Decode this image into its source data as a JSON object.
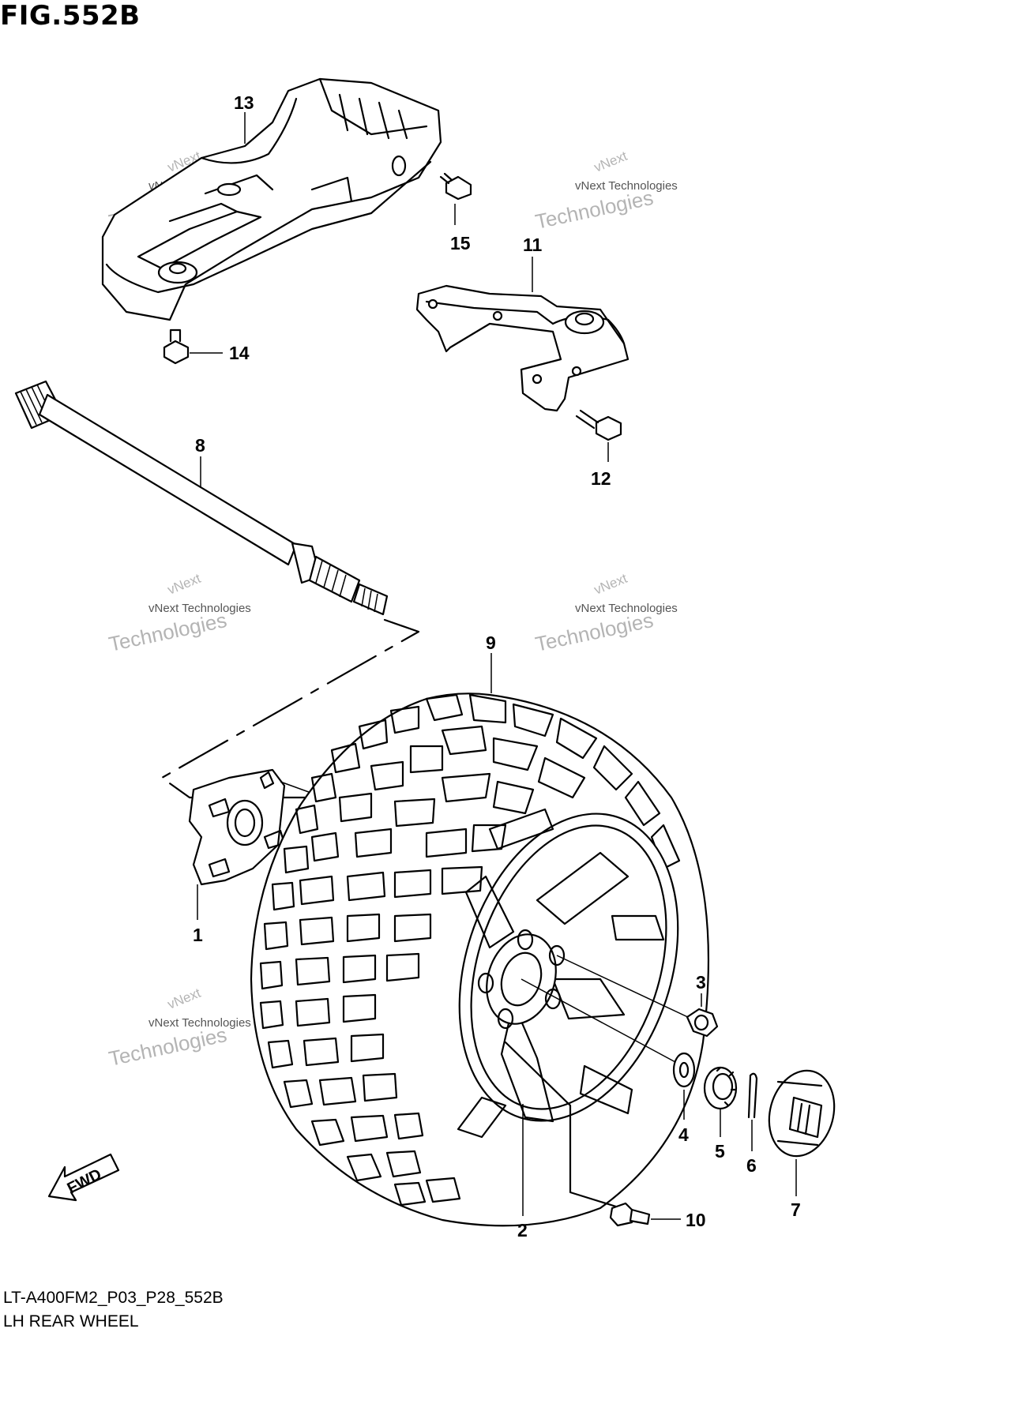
{
  "figure": {
    "title": "FIG.552B",
    "code": "LT-A400FM2_P03_P28_552B",
    "name": "LH REAR WHEEL"
  },
  "watermark": {
    "line1": "vNext",
    "line2": "vNext Technologies",
    "line3": "Technologies"
  },
  "fwd_label": "FWD",
  "callouts": {
    "c1": "1",
    "c2": "2",
    "c3": "3",
    "c4": "4",
    "c5": "5",
    "c6": "6",
    "c7": "7",
    "c8": "8",
    "c9": "9",
    "c10": "10",
    "c11": "11",
    "c12": "12",
    "c13": "13",
    "c14": "14",
    "c15": "15"
  }
}
